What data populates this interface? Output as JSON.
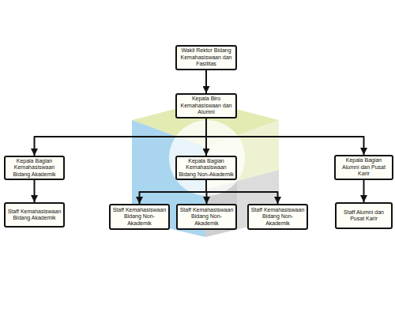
{
  "diagram": {
    "nodes": [
      {
        "text": [
          "Wakil Rektor Bidang Kemahasiswaan dan Fasilitas"
        ]
      },
      {
        "text": [
          "Kepala Biro Kemahasiswaan dan Alumni"
        ]
      },
      {
        "text": [
          "Kepala Bagian Kemahasiswaan Bidang Akademik"
        ]
      },
      {
        "text": [
          "Kepala Bagian Kemahasiswaan Bidang Non-Akademik"
        ]
      },
      {
        "text": [
          "Kepala Bagian Alumni dan Pusat Karir"
        ]
      },
      {
        "text": [
          "Staff Kemahasiswaan Bidang Akademik"
        ]
      },
      {
        "text": [
          "Staff Kemahasiswaan Bidang Non-Akademik"
        ]
      },
      {
        "text": [
          "Staff Kemahasiswaan Bidang Non-Akademik"
        ]
      },
      {
        "text": [
          "Staff Kemahasiswaan Bidang Non-Akademik"
        ]
      },
      {
        "text": [
          "Staff Alumni dan Pusat Karir"
        ]
      }
    ],
    "edges": [
      {
        "from": 0,
        "to": 1,
        "arrow": "to"
      },
      {
        "from": 1,
        "to": 2,
        "arrow": "to"
      },
      {
        "from": 1,
        "to": 3,
        "arrow": "to"
      },
      {
        "from": 1,
        "to": 4,
        "arrow": "to"
      },
      {
        "from": 2,
        "to": 5,
        "arrow": "to"
      },
      {
        "from": 3,
        "to": 6,
        "arrow": "to"
      },
      {
        "from": 3,
        "to": 7,
        "arrow": "to"
      },
      {
        "from": 3,
        "to": 8,
        "arrow": "to"
      },
      {
        "from": 4,
        "to": 9,
        "arrow": "to"
      }
    ]
  }
}
